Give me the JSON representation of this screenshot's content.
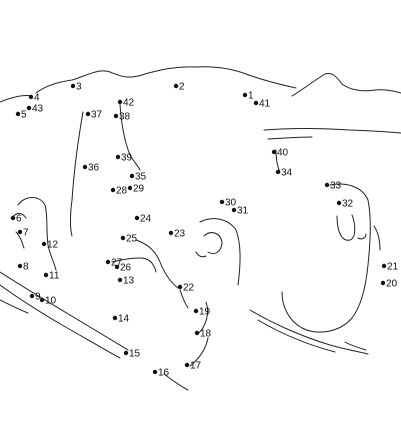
{
  "puzzle": {
    "labels": [
      "1",
      "2",
      "3",
      "4",
      "5",
      "6",
      "7",
      "8",
      "9",
      "10",
      "11",
      "12",
      "13",
      "14",
      "15",
      "16",
      "17",
      "18",
      "19",
      "20",
      "21",
      "22",
      "23",
      "24",
      "25",
      "26",
      "27",
      "28",
      "29",
      "30",
      "31",
      "32",
      "33",
      "34",
      "35",
      "36",
      "37",
      "38",
      "39",
      "40",
      "41",
      "42",
      "43"
    ]
  }
}
